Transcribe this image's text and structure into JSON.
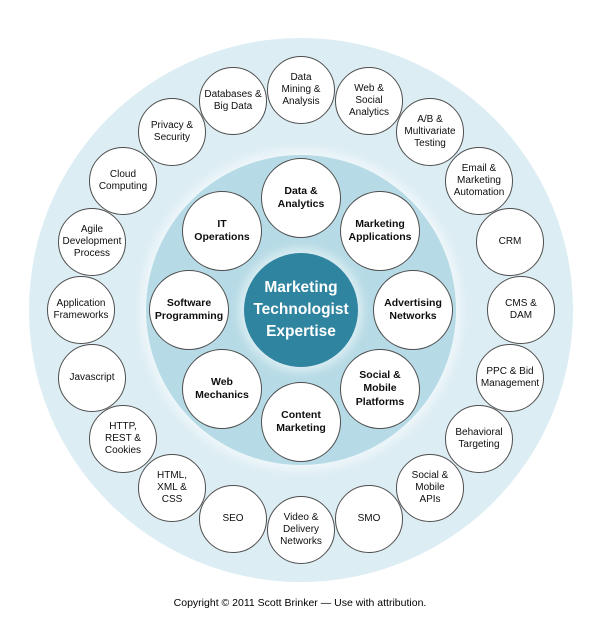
{
  "diagram": {
    "center": {
      "label": "Marketing\nTechnologist\nExpertise"
    },
    "inner_ring": {
      "items": [
        {
          "id": "data-analytics",
          "label": "Data &\nAnalytics"
        },
        {
          "id": "marketing-applications",
          "label": "Marketing\nApplications"
        },
        {
          "id": "advertising-networks",
          "label": "Advertising\nNetworks"
        },
        {
          "id": "social-mobile-platforms",
          "label": "Social &\nMobile\nPlatforms"
        },
        {
          "id": "content-marketing",
          "label": "Content\nMarketing"
        },
        {
          "id": "web-mechanics",
          "label": "Web\nMechanics"
        },
        {
          "id": "software-programming",
          "label": "Software\nProgramming"
        },
        {
          "id": "it-operations",
          "label": "IT\nOperations"
        }
      ]
    },
    "outer_ring": {
      "items": [
        {
          "id": "data-mining-analysis",
          "label": "Data\nMining &\nAnalysis"
        },
        {
          "id": "web-social-analytics",
          "label": "Web &\nSocial\nAnalytics"
        },
        {
          "id": "ab-multivariate-testing",
          "label": "A/B &\nMultivariate\nTesting"
        },
        {
          "id": "email-marketing-automation",
          "label": "Email &\nMarketing\nAutomation"
        },
        {
          "id": "crm",
          "label": "CRM"
        },
        {
          "id": "cms-dam",
          "label": "CMS &\nDAM"
        },
        {
          "id": "ppc-bid-management",
          "label": "PPC & Bid\nManagement"
        },
        {
          "id": "behavioral-targeting",
          "label": "Behavioral\nTargeting"
        },
        {
          "id": "social-mobile-apis",
          "label": "Social &\nMobile\nAPIs"
        },
        {
          "id": "smo",
          "label": "SMO"
        },
        {
          "id": "video-delivery-networks",
          "label": "Video &\nDelivery\nNetworks"
        },
        {
          "id": "seo",
          "label": "SEO"
        },
        {
          "id": "html-xml-css",
          "label": "HTML,\nXML &\nCSS"
        },
        {
          "id": "http-rest-cookies",
          "label": "HTTP,\nREST &\nCookies"
        },
        {
          "id": "javascript",
          "label": "Javascript"
        },
        {
          "id": "application-frameworks",
          "label": "Application\nFrameworks"
        },
        {
          "id": "agile-development-process",
          "label": "Agile\nDevelopment\nProcess"
        },
        {
          "id": "cloud-computing",
          "label": "Cloud\nComputing"
        },
        {
          "id": "privacy-security",
          "label": "Privacy &\nSecurity"
        },
        {
          "id": "databases-big-data",
          "label": "Databases &\nBig Data"
        }
      ]
    },
    "colors": {
      "center_circle": "#2f84a0",
      "inner_disk": "#b7dbe6",
      "outer_disk": "#dcedf3",
      "node_fill": "#ffffff",
      "node_border": "#4e4e4e",
      "center_text": "#ffffff",
      "label_text": "#0e0e0e"
    }
  },
  "footer": {
    "copyright": "Copyright © 2011 Scott Brinker — Use with attribution."
  }
}
